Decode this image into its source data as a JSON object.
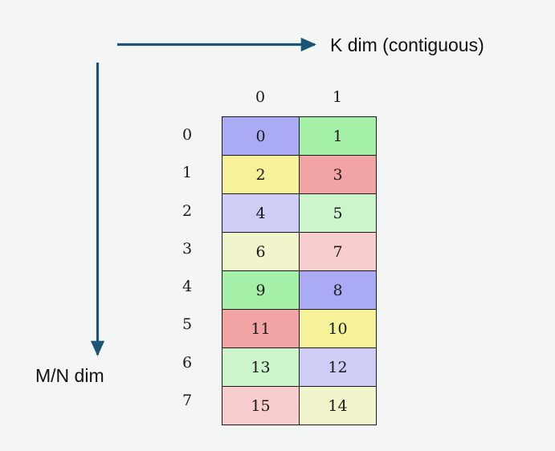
{
  "figure": {
    "background_color": "#f4f5f5",
    "arrow_color": "#1a5575",
    "cell_border_color": "#1a1a1a",
    "text_color": "#111111"
  },
  "axes": {
    "horizontal": {
      "label": "K dim (contiguous)",
      "icon": "arrow-right-icon"
    },
    "vertical": {
      "label": "M/N dim",
      "icon": "arrow-down-icon"
    }
  },
  "grid": {
    "column_headers": [
      "0",
      "1"
    ],
    "row_labels": [
      "0",
      "1",
      "2",
      "3",
      "4",
      "5",
      "6",
      "7"
    ],
    "rows": [
      [
        {
          "value": "0",
          "color": "#aaaaf5"
        },
        {
          "value": "1",
          "color": "#a5f0a8"
        }
      ],
      [
        {
          "value": "2",
          "color": "#f5f29a"
        },
        {
          "value": "3",
          "color": "#f2a3a3"
        }
      ],
      [
        {
          "value": "4",
          "color": "#cdcdf5"
        },
        {
          "value": "5",
          "color": "#ccf5cc"
        }
      ],
      [
        {
          "value": "6",
          "color": "#f2f5cc"
        },
        {
          "value": "7",
          "color": "#f7cdcd"
        }
      ],
      [
        {
          "value": "9",
          "color": "#a5f0a8"
        },
        {
          "value": "8",
          "color": "#aaaaf5"
        }
      ],
      [
        {
          "value": "11",
          "color": "#f2a3a3"
        },
        {
          "value": "10",
          "color": "#f5f29a"
        }
      ],
      [
        {
          "value": "13",
          "color": "#ccf5cc"
        },
        {
          "value": "12",
          "color": "#cdcdf5"
        }
      ],
      [
        {
          "value": "15",
          "color": "#f7cdcd"
        },
        {
          "value": "14",
          "color": "#f2f5cc"
        }
      ]
    ]
  }
}
